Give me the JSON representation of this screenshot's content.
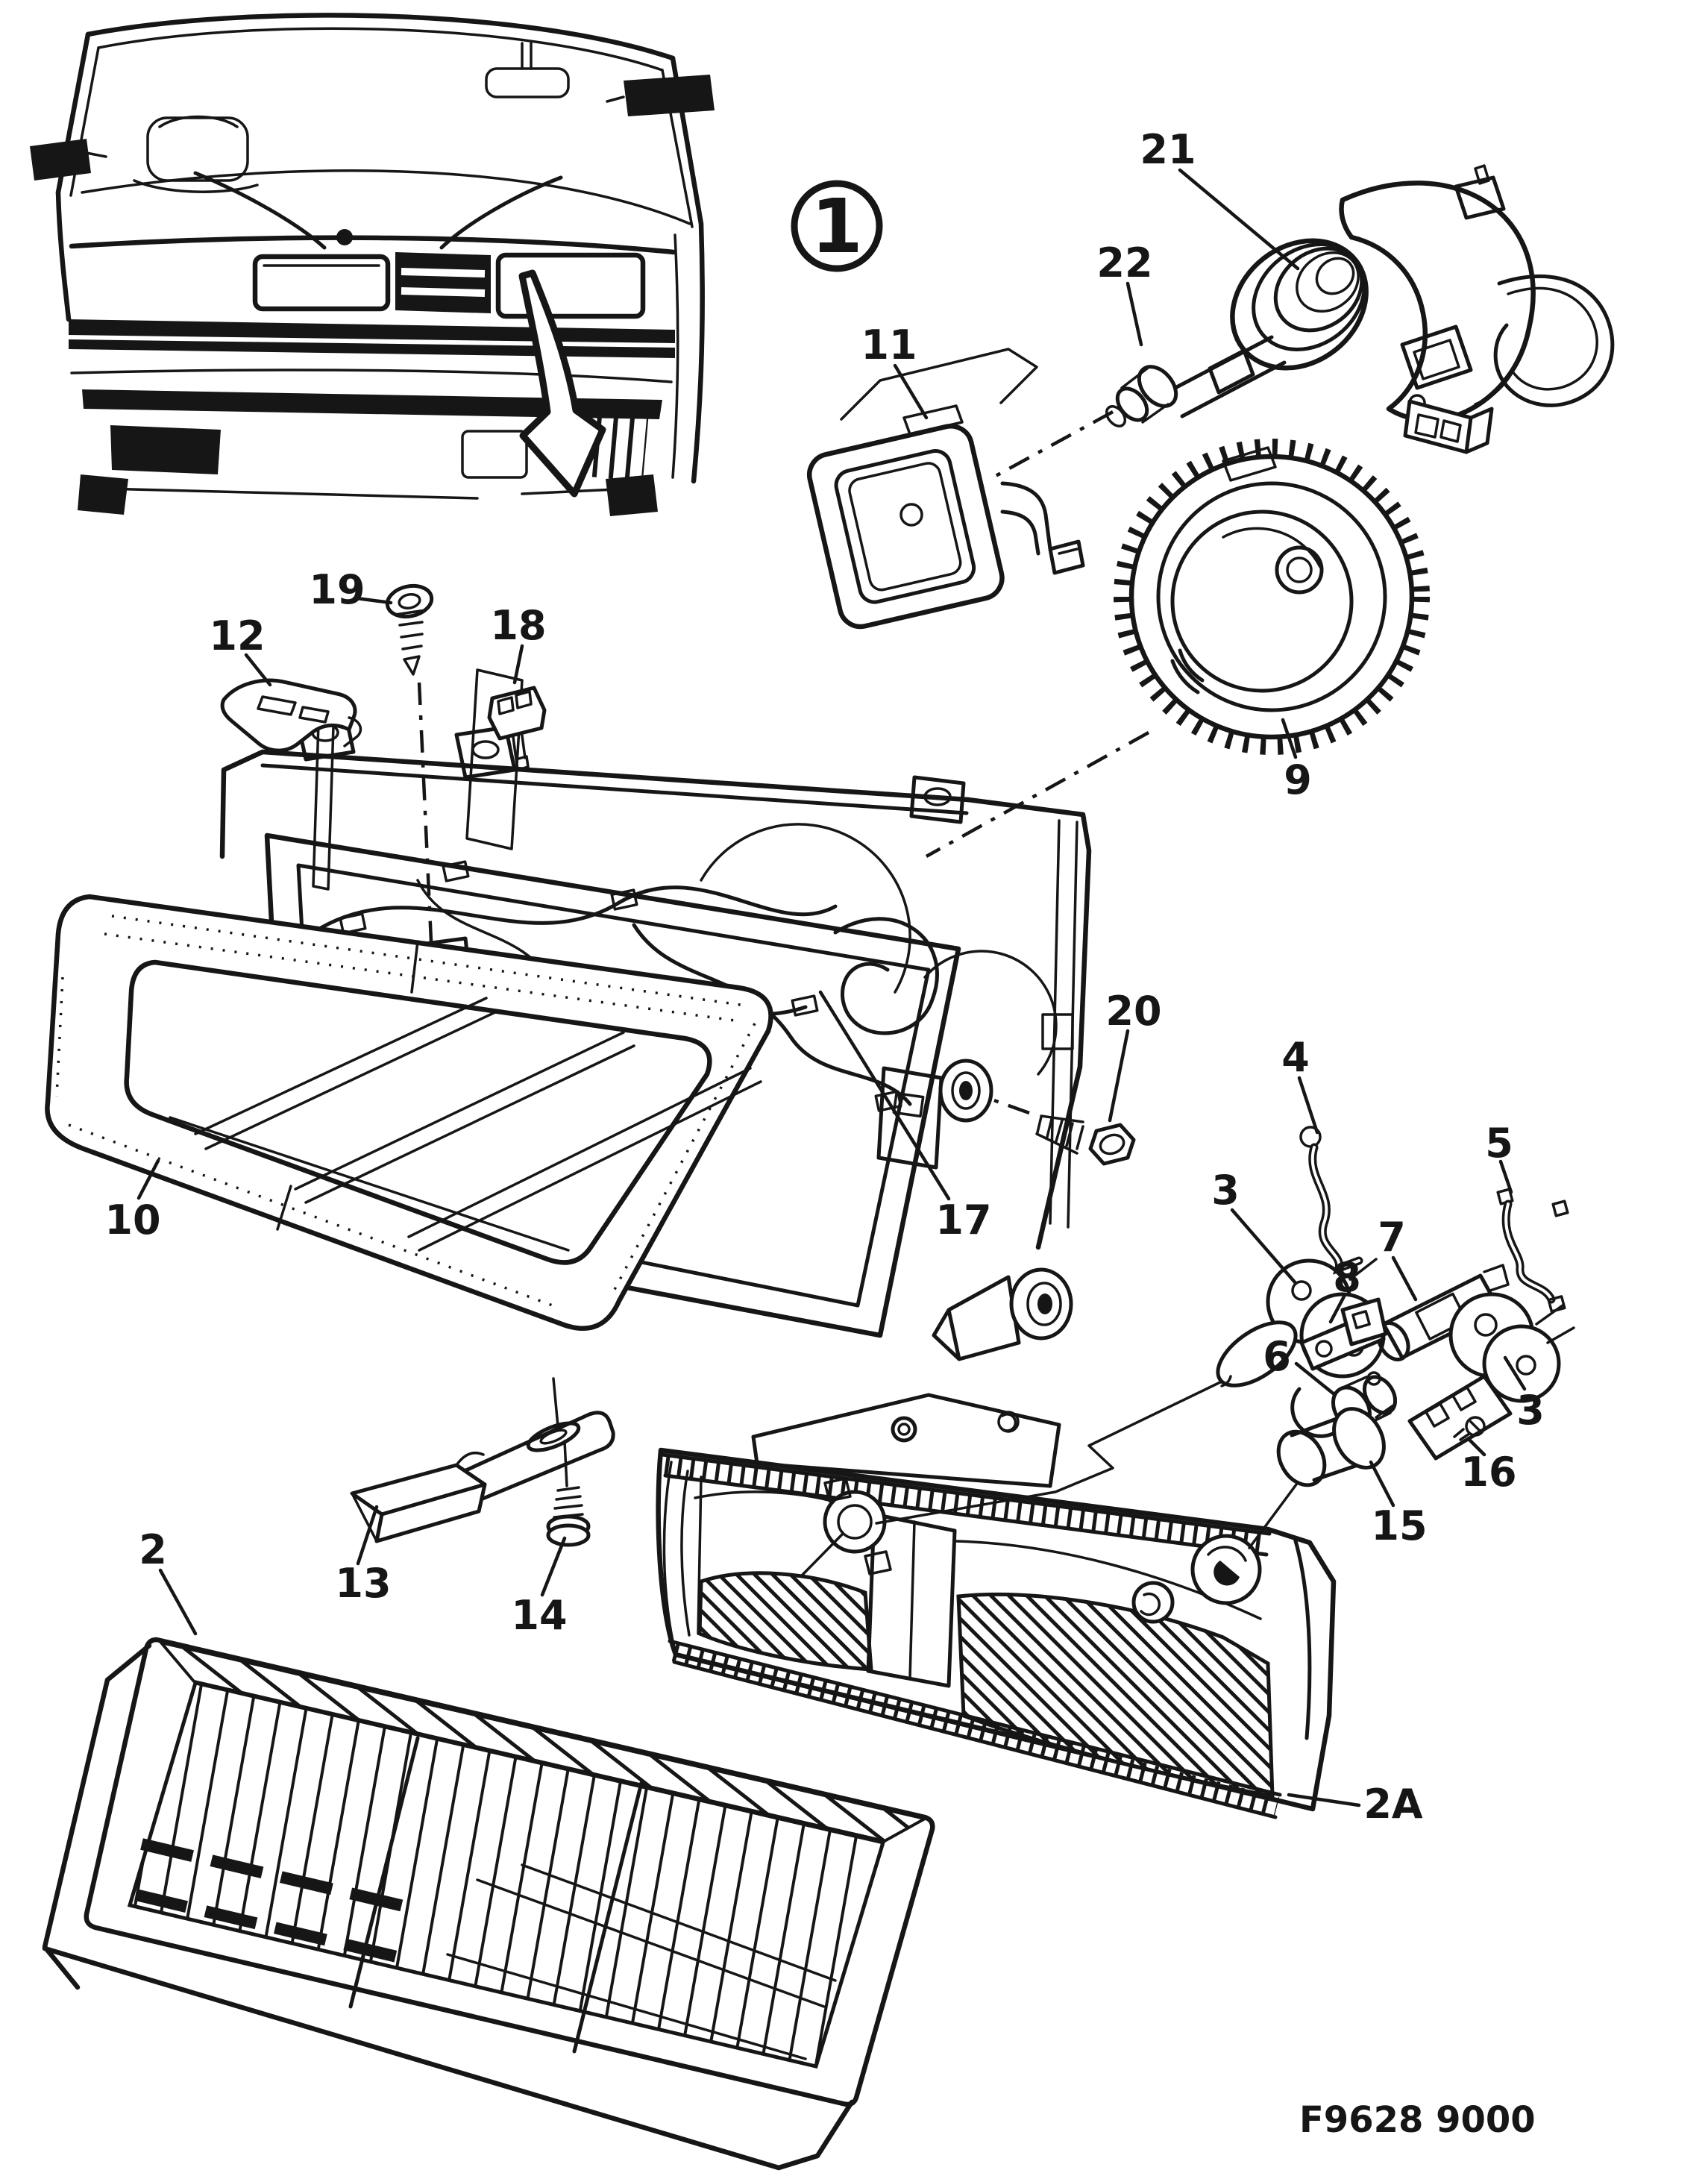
{
  "colors": {
    "ink": "#161616",
    "paper": "#ffffff"
  },
  "assembly_marker": {
    "text": "1"
  },
  "footer": {
    "code": "F9628 9000"
  },
  "callouts": {
    "c2": {
      "text": "2"
    },
    "c2a": {
      "text": "2A"
    },
    "c3_left": {
      "text": "3"
    },
    "c3_right": {
      "text": "3"
    },
    "c4": {
      "text": "4"
    },
    "c5": {
      "text": "5"
    },
    "c6": {
      "text": "6"
    },
    "c7": {
      "text": "7"
    },
    "c8": {
      "text": "8"
    },
    "c9": {
      "text": "9"
    },
    "c10": {
      "text": "10"
    },
    "c11": {
      "text": "11"
    },
    "c12": {
      "text": "12"
    },
    "c13": {
      "text": "13"
    },
    "c14": {
      "text": "14"
    },
    "c15": {
      "text": "15"
    },
    "c16": {
      "text": "16"
    },
    "c17": {
      "text": "17"
    },
    "c18": {
      "text": "18"
    },
    "c19": {
      "text": "19"
    },
    "c20": {
      "text": "20"
    },
    "c21": {
      "text": "21"
    },
    "c22": {
      "text": "22"
    }
  }
}
